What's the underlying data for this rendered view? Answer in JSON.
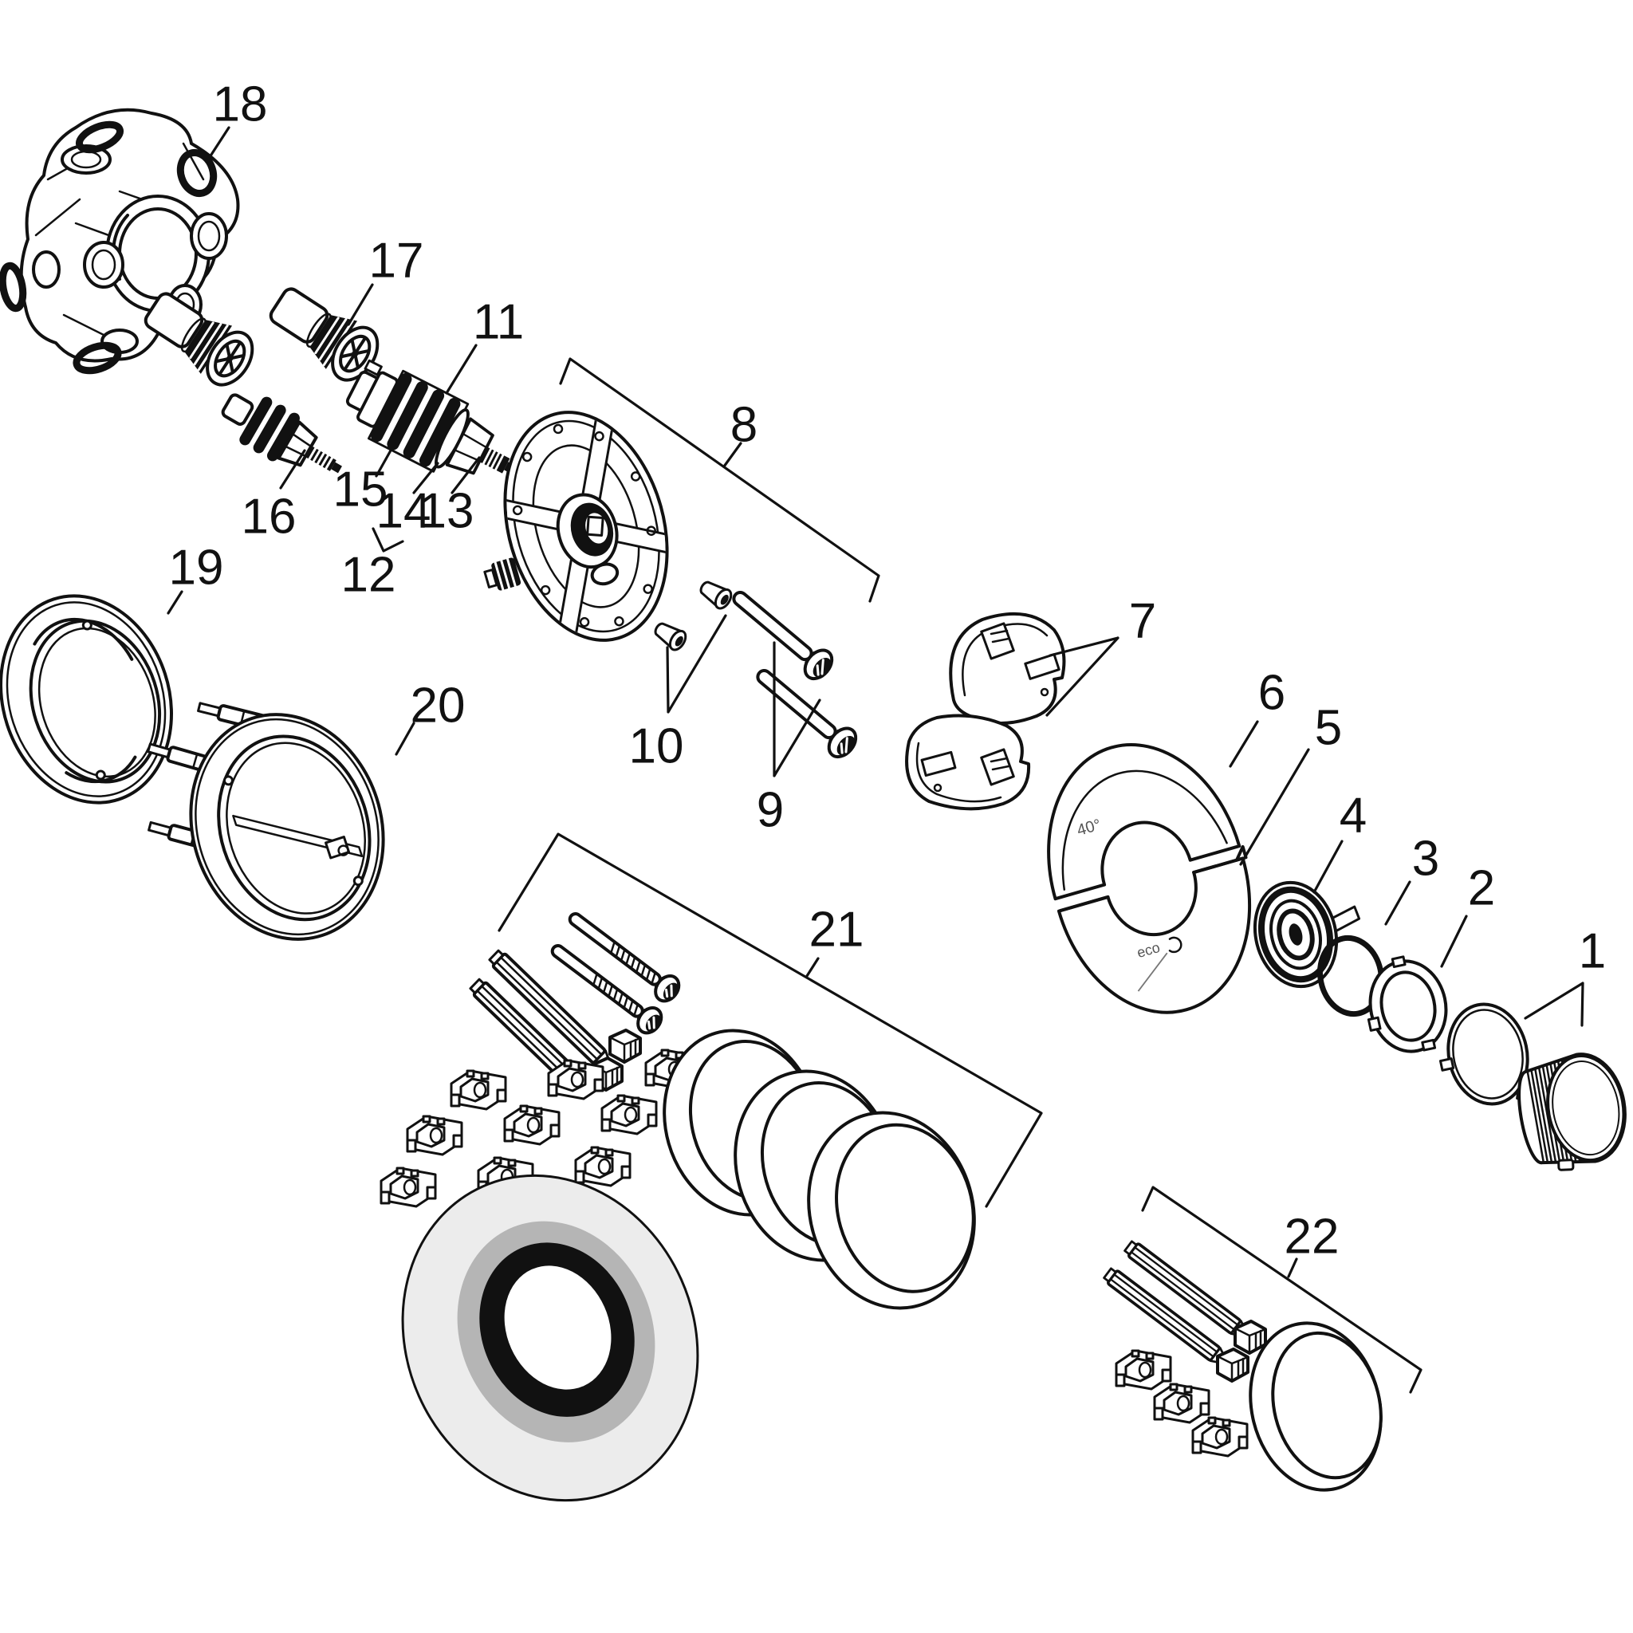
{
  "diagram": {
    "kind": "exploded-parts-diagram",
    "background": "#ffffff",
    "line_color": "#111111",
    "seal_colors": {
      "outer": "#ececec",
      "mid": "#b5b5b5",
      "ring": "#111111",
      "center": "#ffffff"
    },
    "plate_markings": {
      "temperature": "40°",
      "eco": "eco"
    },
    "callouts": [
      {
        "number": "1"
      },
      {
        "number": "2"
      },
      {
        "number": "3"
      },
      {
        "number": "4"
      },
      {
        "number": "5"
      },
      {
        "number": "6"
      },
      {
        "number": "7"
      },
      {
        "number": "8"
      },
      {
        "number": "9"
      },
      {
        "number": "10"
      },
      {
        "number": "11"
      },
      {
        "number": "12"
      },
      {
        "number": "13"
      },
      {
        "number": "14"
      },
      {
        "number": "15"
      },
      {
        "number": "16"
      },
      {
        "number": "17"
      },
      {
        "number": "18"
      },
      {
        "number": "19"
      },
      {
        "number": "20"
      },
      {
        "number": "21"
      },
      {
        "number": "22"
      }
    ]
  }
}
